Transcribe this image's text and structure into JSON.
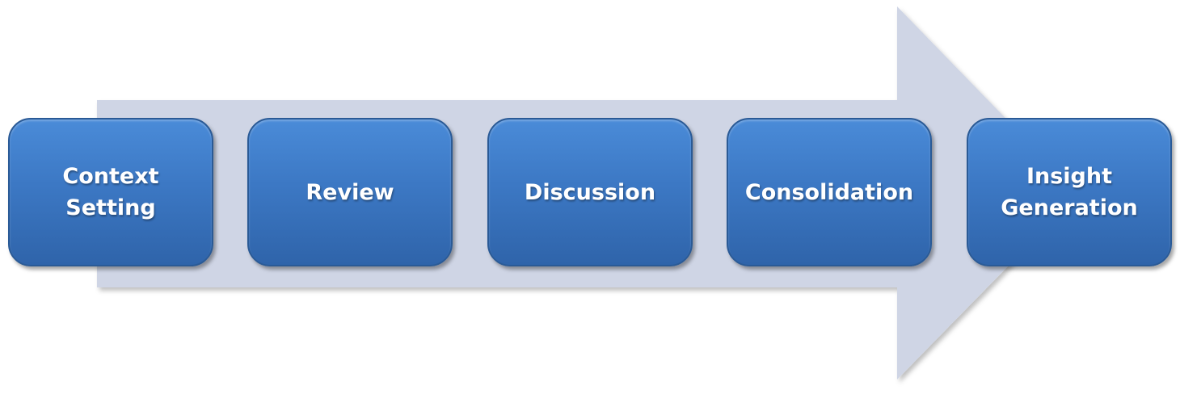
{
  "colors": {
    "arrow_fill": "#cfd5e5",
    "box_top": "#4a8bd8",
    "box_bottom": "#2f64aa",
    "box_border": "#2a5a96",
    "label": "#ffffff"
  },
  "steps": [
    {
      "label": "Context\nSetting"
    },
    {
      "label": "Review"
    },
    {
      "label": "Discussion"
    },
    {
      "label": "Consolidation"
    },
    {
      "label": "Insight\nGeneration"
    }
  ]
}
